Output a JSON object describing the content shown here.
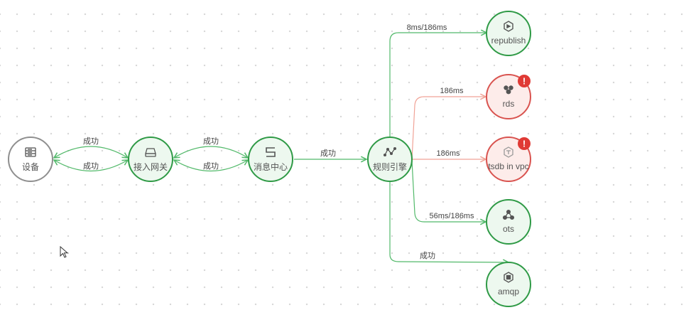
{
  "colors": {
    "ok": "#52b96a",
    "ok_stroke": "#2f9a46",
    "ok_fill": "#edf8ef",
    "err_line": "#f0a296",
    "err_stroke": "#d9534f",
    "err_fill": "#fdecea",
    "neutral_stroke": "#8f8f8f",
    "badge": "#e03a35"
  },
  "nodes": {
    "device": {
      "label": "设备",
      "icon": "server-icon",
      "status": "neutral"
    },
    "gateway": {
      "label": "接入网关",
      "icon": "hdd-icon",
      "status": "ok"
    },
    "msgcenter": {
      "label": "消息中心",
      "icon": "message-s-icon",
      "status": "ok"
    },
    "rules": {
      "label": "规则引擎",
      "icon": "graph-icon",
      "status": "ok"
    },
    "republish": {
      "label": "republish",
      "icon": "republish-icon",
      "status": "ok"
    },
    "rds": {
      "label": "rds",
      "icon": "rds-icon",
      "status": "error",
      "badge": "!"
    },
    "tsdb": {
      "label": "tsdb in vpc",
      "icon": "tsdb-icon",
      "status": "error",
      "badge": "!"
    },
    "ots": {
      "label": "ots",
      "icon": "ots-icon",
      "status": "ok"
    },
    "amqp": {
      "label": "amqp",
      "icon": "amqp-icon",
      "status": "ok"
    }
  },
  "edges": {
    "device_gateway_top": {
      "label": "成功"
    },
    "device_gateway_bottom": {
      "label": "成功"
    },
    "gateway_msg_top": {
      "label": "成功"
    },
    "gateway_msg_bottom": {
      "label": "成功"
    },
    "msg_rules": {
      "label": "成功"
    },
    "rules_republish": {
      "label": "8ms/186ms"
    },
    "rules_rds": {
      "label": "186ms"
    },
    "rules_tsdb": {
      "label": "186ms"
    },
    "rules_ots": {
      "label": "56ms/186ms"
    },
    "rules_amqp": {
      "label": "成功"
    }
  }
}
